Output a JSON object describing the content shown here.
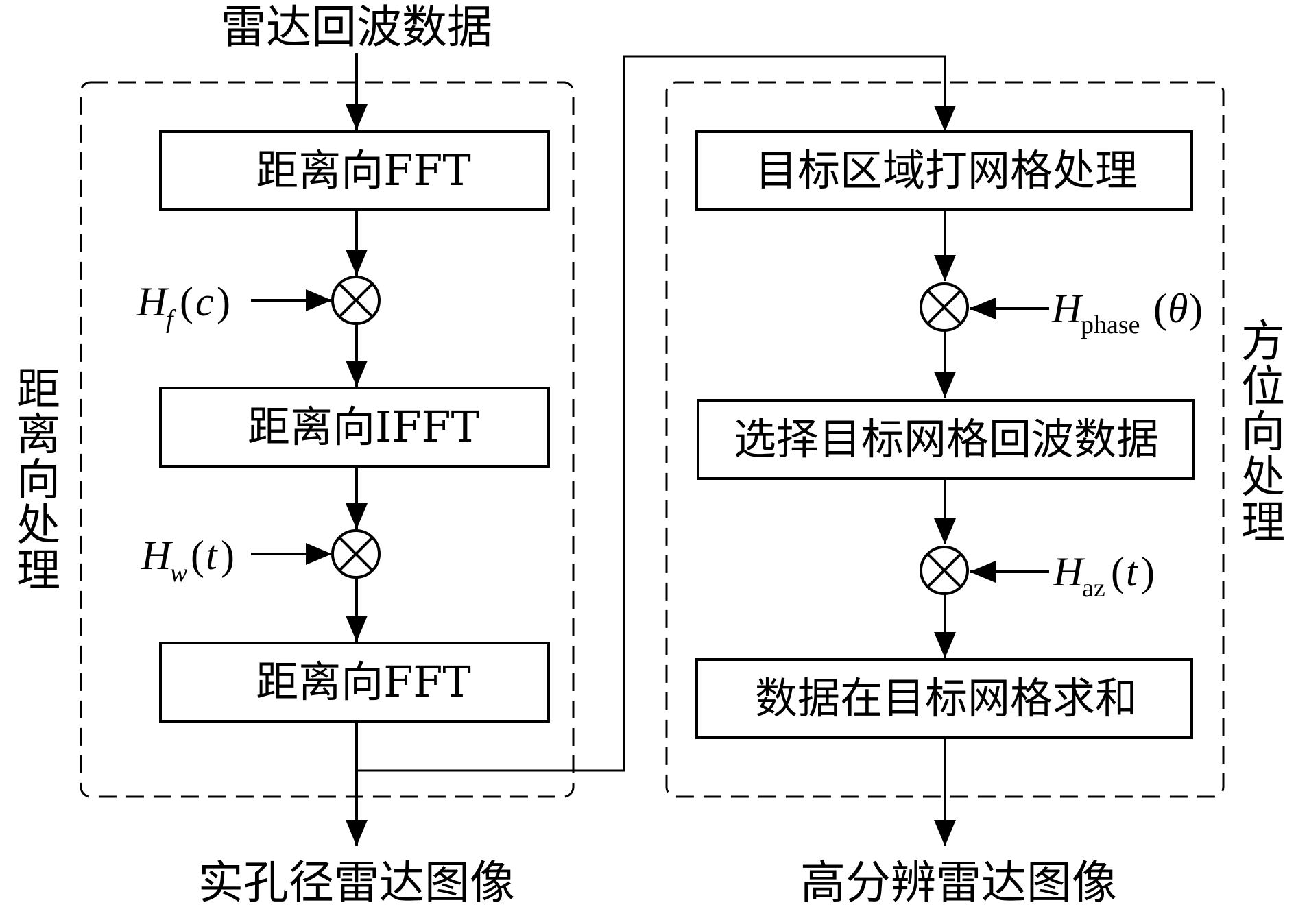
{
  "diagram": {
    "input_label": "雷达回波数据",
    "range_group": {
      "label_chars": [
        "距",
        "离",
        "向",
        "处",
        "理"
      ],
      "box1": "距离向FFT",
      "box2": "距离向IFFT",
      "box3": "距离向FFT",
      "factor1": {
        "H": "H",
        "sub": "f",
        "arg": "c"
      },
      "factor2": {
        "H": "H",
        "sub": "w",
        "arg": "t"
      },
      "output_label": "实孔径雷达图像"
    },
    "azimuth_group": {
      "label_chars": [
        "方",
        "位",
        "向",
        "处",
        "理"
      ],
      "box1": "目标区域打网格处理",
      "box2": "选择目标网格回波数据",
      "box3": "数据在目标网格求和",
      "factor1": {
        "H": "H",
        "sub": "phase",
        "arg": "θ"
      },
      "factor2": {
        "H": "H",
        "sub": "az",
        "arg": "t"
      },
      "output_label": "高分辨雷达图像"
    }
  }
}
